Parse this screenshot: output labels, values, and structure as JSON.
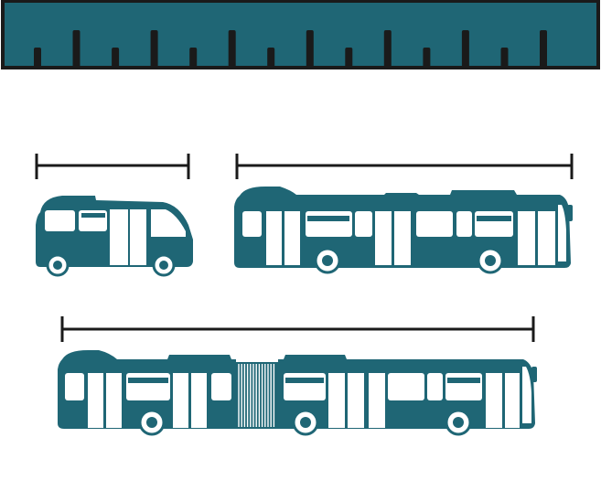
{
  "colors": {
    "teal": "#1f6675",
    "ink": "#1a1a1a",
    "white": "#ffffff",
    "background": "#ffffff"
  },
  "ruler": {
    "icon": "ruler-icon",
    "tick_count": 14,
    "tick_pattern": [
      "short",
      "long"
    ]
  },
  "vehicles": [
    {
      "name": "minibus",
      "icon": "minibus-icon",
      "relative_length": 1.0
    },
    {
      "name": "standard-bus",
      "icon": "bus-icon",
      "relative_length": 2.1
    },
    {
      "name": "articulated-bus",
      "icon": "articulated-bus-icon",
      "relative_length": 3.1
    }
  ],
  "dimension_lines": [
    {
      "name": "minibus-length-line",
      "icon": "dimension-line-icon"
    },
    {
      "name": "bus-length-line",
      "icon": "dimension-line-icon"
    },
    {
      "name": "articulated-bus-length-line",
      "icon": "dimension-line-icon"
    }
  ]
}
